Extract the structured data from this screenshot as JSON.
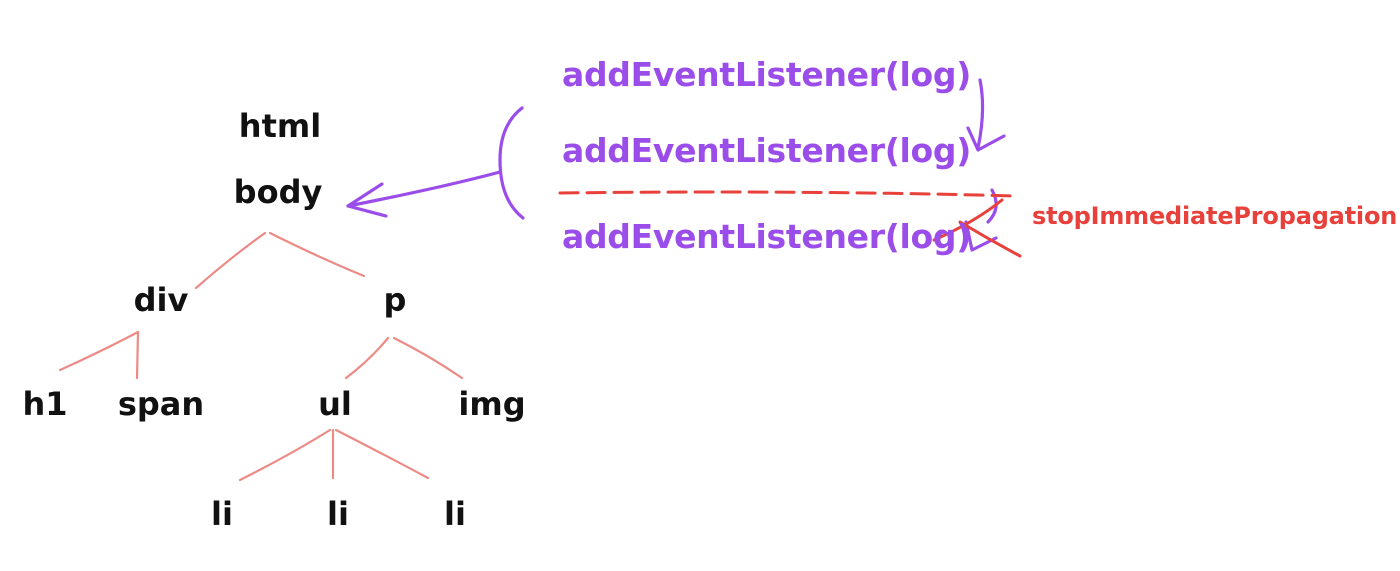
{
  "colors": {
    "tree_link": "#ec8a86",
    "tree_text": "#111111",
    "listener": "#9b4dea",
    "stop": "#e8403a"
  },
  "tree": {
    "html": "html",
    "body": "body",
    "div": "div",
    "p": "p",
    "h1": "h1",
    "span": "span",
    "ul": "ul",
    "img": "img",
    "li_1": "li",
    "li_2": "li",
    "li_3": "li"
  },
  "listeners": [
    "addEventListener(log)",
    "addEventListener(log)",
    "addEventListener(log)"
  ],
  "stop_label": "stopImmediatePropagation"
}
